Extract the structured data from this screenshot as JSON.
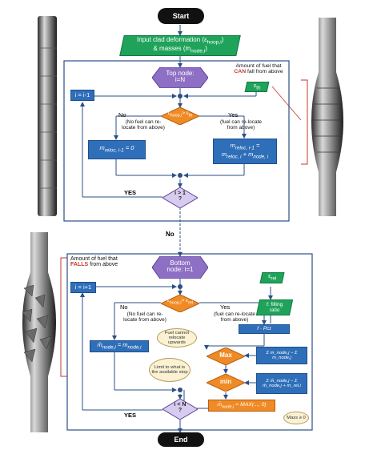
{
  "start_label": "Start",
  "end_label": "End",
  "input": {
    "line1": "Input clad deformation (ε",
    "line1_sub": "hoop,i",
    "line1_end": ")",
    "line2": "& masses (m",
    "line2_sub": "node,i",
    "line2_end": ")"
  },
  "top": {
    "node_title": "Top node:",
    "node_eq": "i=N",
    "i_minus": "i = i-1",
    "eps_param": "ε",
    "eps_sub": "th",
    "annotation_pre": "Amount of fuel that",
    "annotation_can": "CAN",
    "annotation_post": "fall from above",
    "decision_top": "ε",
    "decision_sub": "hoop,i",
    "decision_cmp": "> ε",
    "decision_cmp_sub": "th",
    "no_label": "No",
    "no_note": "(No fuel can re-locate from above)",
    "yes_label": "Yes",
    "yes_note": "(fuel can re-locate from above)",
    "left_box": "m",
    "left_box_sub": "reloc, i-1",
    "left_box_end": " = 0",
    "right_box_l1": "m",
    "right_box_l1_sub": "reloc, i-1",
    "right_box_l1_end": " =",
    "right_box_l2": "m",
    "right_box_l2_sub": "reloc, i",
    "right_box_l2_mid": " + m",
    "right_box_l2_sub2": "node, i",
    "loop_decision": "i > 1",
    "loop_q": "?",
    "yes_loop": "YES"
  },
  "between_no": "No",
  "bottom": {
    "node_title": "Bottom",
    "node_eq": "node: i=1",
    "i_plus": "i = i+1",
    "annotation_pre": "Amount of fuel that",
    "annotation_falls": "FALLS",
    "annotation_post": "from above",
    "eps_param": "ε",
    "eps_sub": "rel",
    "fill_label": "f: filling",
    "fill_label2": "ratio",
    "decision_top": "ε",
    "decision_sub": "hoop,i",
    "decision_cmp": "> ε",
    "decision_cmp_sub": "rel",
    "no_label": "No",
    "no_note": "(No fuel can re-locate from above)",
    "yes_label": "Yes",
    "yes_note": "(fuel can re-locate from above)",
    "fvol_box": "f · Pcɪ",
    "left_box": "m̄",
    "left_box_sub": "node,i",
    "left_box_mid": " = m",
    "left_box_sub2": "node,i",
    "max_label": "Max",
    "min_label": "min",
    "cloud1": "Fuel cannot relocate upwards",
    "cloud2": "Limit to what is the available stop",
    "cloud3": "Mass ≥ 0",
    "sum_box1": "Σ m_node,j − Σ m_node,j",
    "sum_box2": "Σ m̄_node,j − Σ m̄_node,j + m_rel,i",
    "mnode_box": "m̄",
    "mnode_sub": "node,i",
    "mnode_end": " = MAX(..., 0)",
    "loop_decision": "i < N",
    "loop_q": "?",
    "yes_loop": "YES"
  }
}
